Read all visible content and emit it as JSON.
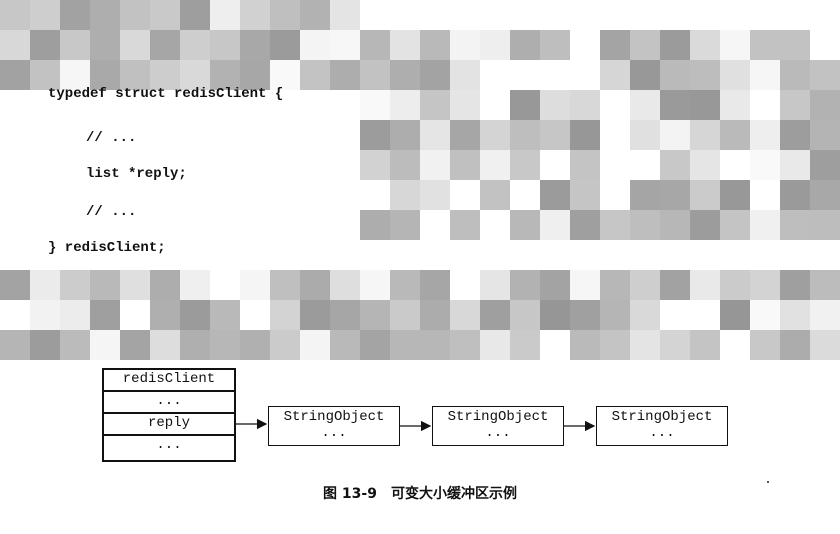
{
  "code": {
    "lines": [
      "typedef struct redisClient {",
      "// ...",
      "list *reply;",
      "// ...",
      "} redisClient;"
    ]
  },
  "diagram": {
    "client_cells": [
      "redisClient",
      "...",
      "reply",
      "..."
    ],
    "string_objects": [
      {
        "title": "StringObject",
        "body": "..."
      },
      {
        "title": "StringObject",
        "body": "..."
      },
      {
        "title": "StringObject",
        "body": "..."
      }
    ]
  },
  "caption": "图 13-9　可变大小缓冲区示例"
}
